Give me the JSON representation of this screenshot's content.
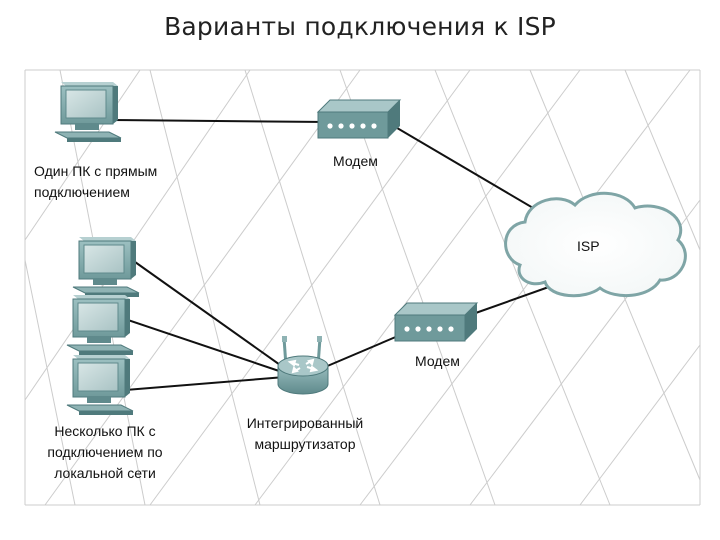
{
  "title": "Варианты подключения к ISP",
  "labels": {
    "single_pc_line1": "Один ПК с прямым",
    "single_pc_line2": "подключением",
    "modem_top": "Модем",
    "modem_bottom": "Модем",
    "isp": "ISP",
    "router_line1": "Интегрированный",
    "router_line2": "маршрутизатор",
    "multi_pc_line1": "Несколько ПК с",
    "multi_pc_line2": "подключением по",
    "multi_pc_line3": "локальной сети"
  },
  "colors": {
    "device": "#6f9a9b",
    "device_dark": "#4f7a7c",
    "grid": "#c9c9c9",
    "link": "#111111",
    "cloud_edge": "#7fa5a6"
  },
  "icons": [
    "pc-icon",
    "modem-icon",
    "router-icon",
    "cloud-icon"
  ]
}
